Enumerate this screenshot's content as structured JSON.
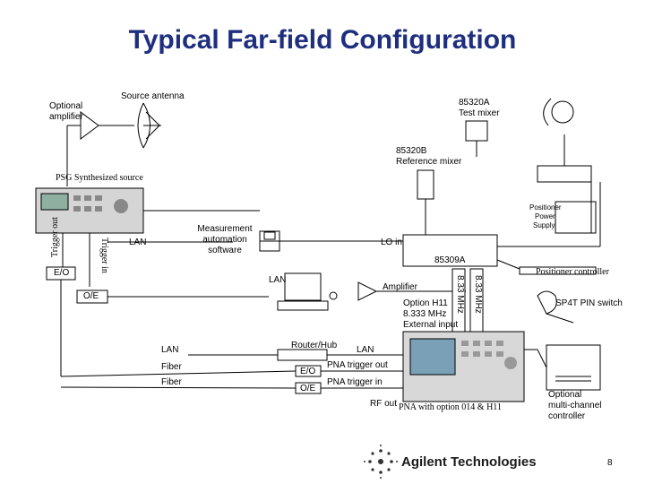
{
  "title": "Typical Far-field Configuration",
  "labels": {
    "source_antenna": "Source antenna",
    "optional_amplifier_line1": "Optional",
    "optional_amplifier_line2": "amplifier",
    "test_mixer_line1": "85320A",
    "test_mixer_line2": "Test mixer",
    "ref_mixer_line1": "85320B",
    "ref_mixer_line2": "Reference mixer",
    "psg": "PSG Synthesized source",
    "trigger_out": "Trigger out",
    "trigger_in": "Trigger in",
    "eo_left": "E/O",
    "oe_left": "O/E",
    "lan_psg": "LAN",
    "meas_sw_line1": "Measurement",
    "meas_sw_line2": "automation",
    "meas_sw_line3": "software",
    "lo_in": "LO in",
    "if_85309a": "85309A",
    "pos_supply_line1": "Positioner",
    "pos_supply_line2": "Power",
    "pos_supply_line3": "Supply",
    "pos_controller": "Positioner controller",
    "lan_pc": "LAN",
    "amplifier": "Amplifier",
    "option_line1": "Option H11",
    "option_line2": "8.333 MHz",
    "option_line3": "External input",
    "mhz_1": "8.33 MHz",
    "mhz_2": "8.33 MHz",
    "sp4t": "SP4T PIN switch",
    "lan_router_left": "LAN",
    "router": "Router/Hub",
    "lan_router_right": "LAN",
    "fiber_1": "Fiber",
    "fiber_2": "Fiber",
    "eo_mid": "E/O",
    "oe_mid": "O/E",
    "pna_trigger_out": "PNA trigger out",
    "pna_trigger_in": "PNA trigger in",
    "rf_out": "RF out",
    "pna_caption": "PNA with option 014 & H11",
    "mux_line1": "Optional",
    "mux_line2": "multi-channel",
    "mux_line3": "controller",
    "company": "Agilent Technologies",
    "page_number": "8"
  },
  "colors": {
    "title": "#1f2f7f",
    "lines": "#000000",
    "instrument": "#c8c8c8"
  }
}
